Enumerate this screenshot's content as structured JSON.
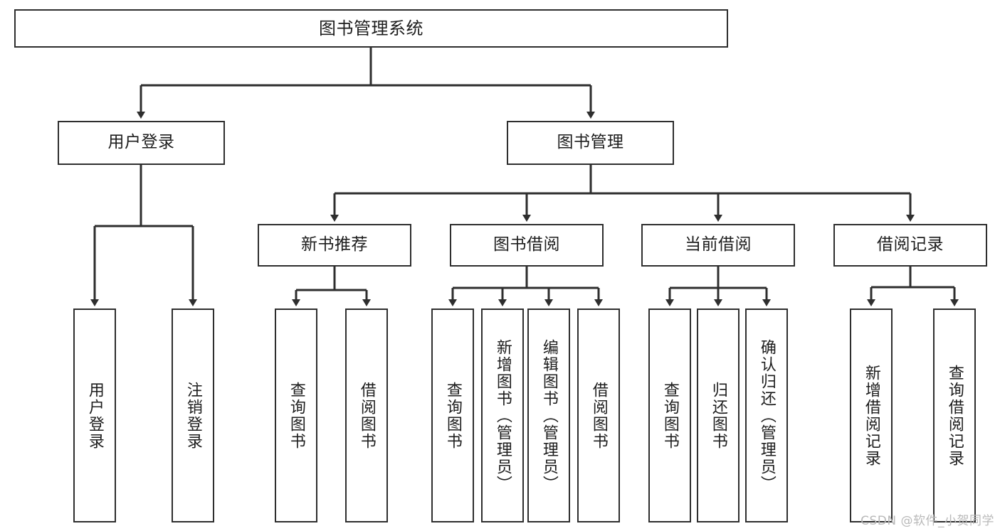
{
  "diagram": {
    "title": "图书管理系统",
    "type": "tree-hierarchy",
    "watermark": "CSDN @软件_小贺同学",
    "colors": {
      "box_border": "#2e2e2e",
      "box_fill": "#ffffff",
      "text": "#1d1d1d",
      "edge": "#2e2e2e",
      "watermark": "#b9b9b9",
      "background": "#ffffff"
    },
    "nodes": {
      "root": {
        "label": "图书管理系统"
      },
      "level2": [
        {
          "id": "user-login",
          "label": "用户登录"
        },
        {
          "id": "book-manage",
          "label": "图书管理"
        }
      ],
      "level3": [
        {
          "id": "new-book-rec",
          "label": "新书推荐"
        },
        {
          "id": "book-borrow",
          "label": "图书借阅"
        },
        {
          "id": "current-borrow",
          "label": "当前借阅"
        },
        {
          "id": "borrow-record",
          "label": "借阅记录"
        }
      ],
      "leaves": {
        "user-login": [
          {
            "id": "leaf-user-login",
            "label": "用户登录"
          },
          {
            "id": "leaf-logout",
            "label": "注销登录"
          }
        ],
        "new-book-rec": [
          {
            "id": "leaf-query-book-1",
            "label": "查询图书"
          },
          {
            "id": "leaf-borrow-book-1",
            "label": "借阅图书"
          }
        ],
        "book-borrow": [
          {
            "id": "leaf-query-book-2",
            "label": "查询图书"
          },
          {
            "id": "leaf-add-book",
            "label": "新增图书（管理员）"
          },
          {
            "id": "leaf-edit-book",
            "label": "编辑图书（管理员）"
          },
          {
            "id": "leaf-borrow-book-2",
            "label": "借阅图书"
          }
        ],
        "current-borrow": [
          {
            "id": "leaf-query-book-3",
            "label": "查询图书"
          },
          {
            "id": "leaf-return-book",
            "label": "归还图书"
          },
          {
            "id": "leaf-confirm-return",
            "label": "确认归还（管理员）"
          }
        ],
        "borrow-record": [
          {
            "id": "leaf-add-record",
            "label": "新增借阅记录"
          },
          {
            "id": "leaf-query-record",
            "label": "查询借阅记录"
          }
        ]
      }
    }
  }
}
